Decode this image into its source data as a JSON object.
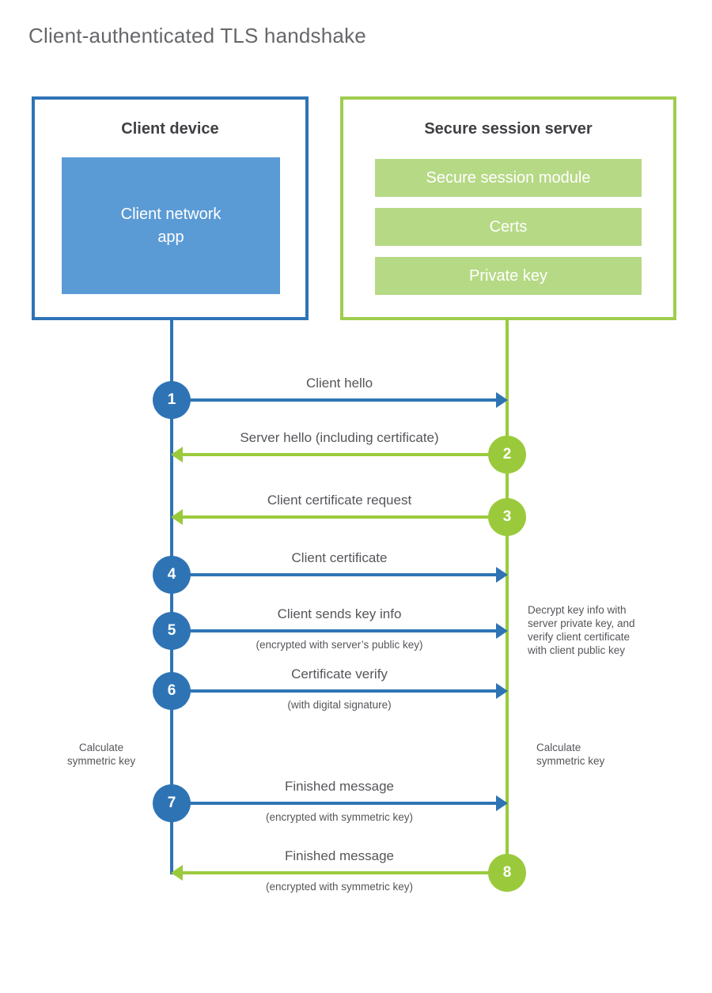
{
  "title": "Client-authenticated TLS handshake",
  "colors": {
    "blue_strong": "#2e74b5",
    "blue_light": "#5b9bd5",
    "green_strong": "#9aca3c",
    "green_light": "#b6d985",
    "heading_text": "#3f4044",
    "label_text": "#55565a"
  },
  "client": {
    "title": "Client device",
    "app_label": "Client network\napp"
  },
  "server": {
    "title": "Secure session server",
    "modules": [
      "Secure session module",
      "Certs",
      "Private key"
    ]
  },
  "messages": [
    {
      "step": "1",
      "label": "Client hello",
      "sub": "",
      "from": "client"
    },
    {
      "step": "2",
      "label": "Server hello (including certificate)",
      "sub": "",
      "from": "server"
    },
    {
      "step": "3",
      "label": "Client certificate request",
      "sub": "",
      "from": "server"
    },
    {
      "step": "4",
      "label": "Client certificate",
      "sub": "",
      "from": "client"
    },
    {
      "step": "5",
      "label": "Client sends key info",
      "sub": "(encrypted with server’s public key)",
      "from": "client"
    },
    {
      "step": "6",
      "label": "Certificate verify",
      "sub": "(with digital signature)",
      "from": "client"
    },
    {
      "step": "7",
      "label": "Finished message",
      "sub": "(encrypted with symmetric key)",
      "from": "client"
    },
    {
      "step": "8",
      "label": "Finished message",
      "sub": "(encrypted with symmetric key)",
      "from": "server"
    }
  ],
  "annotations": {
    "decrypt_note": "Decrypt key info with\nserver private key, and\nverify client certificate\nwith client public key",
    "calculate_left": "Calculate\nsymmetric key",
    "calculate_right": "Calculate\nsymmetric key"
  }
}
